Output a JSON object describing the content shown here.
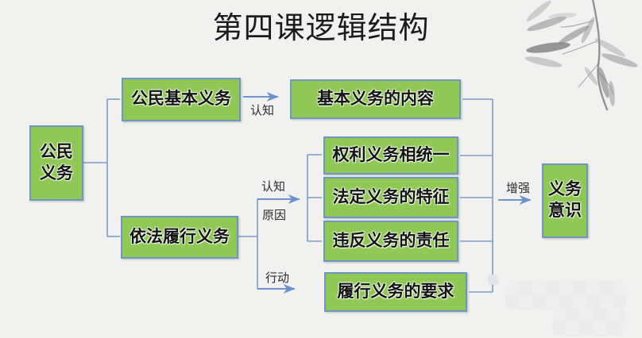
{
  "title": "第四课逻辑结构",
  "colors": {
    "box_fill": "#8fc855",
    "box_border": "#6d96c4",
    "line_blue": "#6b91cd",
    "background": "#f1f1f0"
  },
  "boxes": {
    "citizen_duty_l1": "公民",
    "citizen_duty_l2": "义务",
    "basic_duty": "公民基本义务",
    "basic_duty_content": "基本义务的内容",
    "rights_duty_unity": "权利义务相统一",
    "legal_duty_features": "法定义务的特征",
    "violation_responsibility": "违反义务的责任",
    "fulfill_duty_by_law": "依法履行义务",
    "fulfill_requirements": "履行义务的要求",
    "awareness_l1": "义务",
    "awareness_l2": "意识"
  },
  "arrow_labels": {
    "cognition_top": "认知",
    "cognition_mid": "认知",
    "reason": "原因",
    "action": "行动",
    "enhance": "增强"
  }
}
